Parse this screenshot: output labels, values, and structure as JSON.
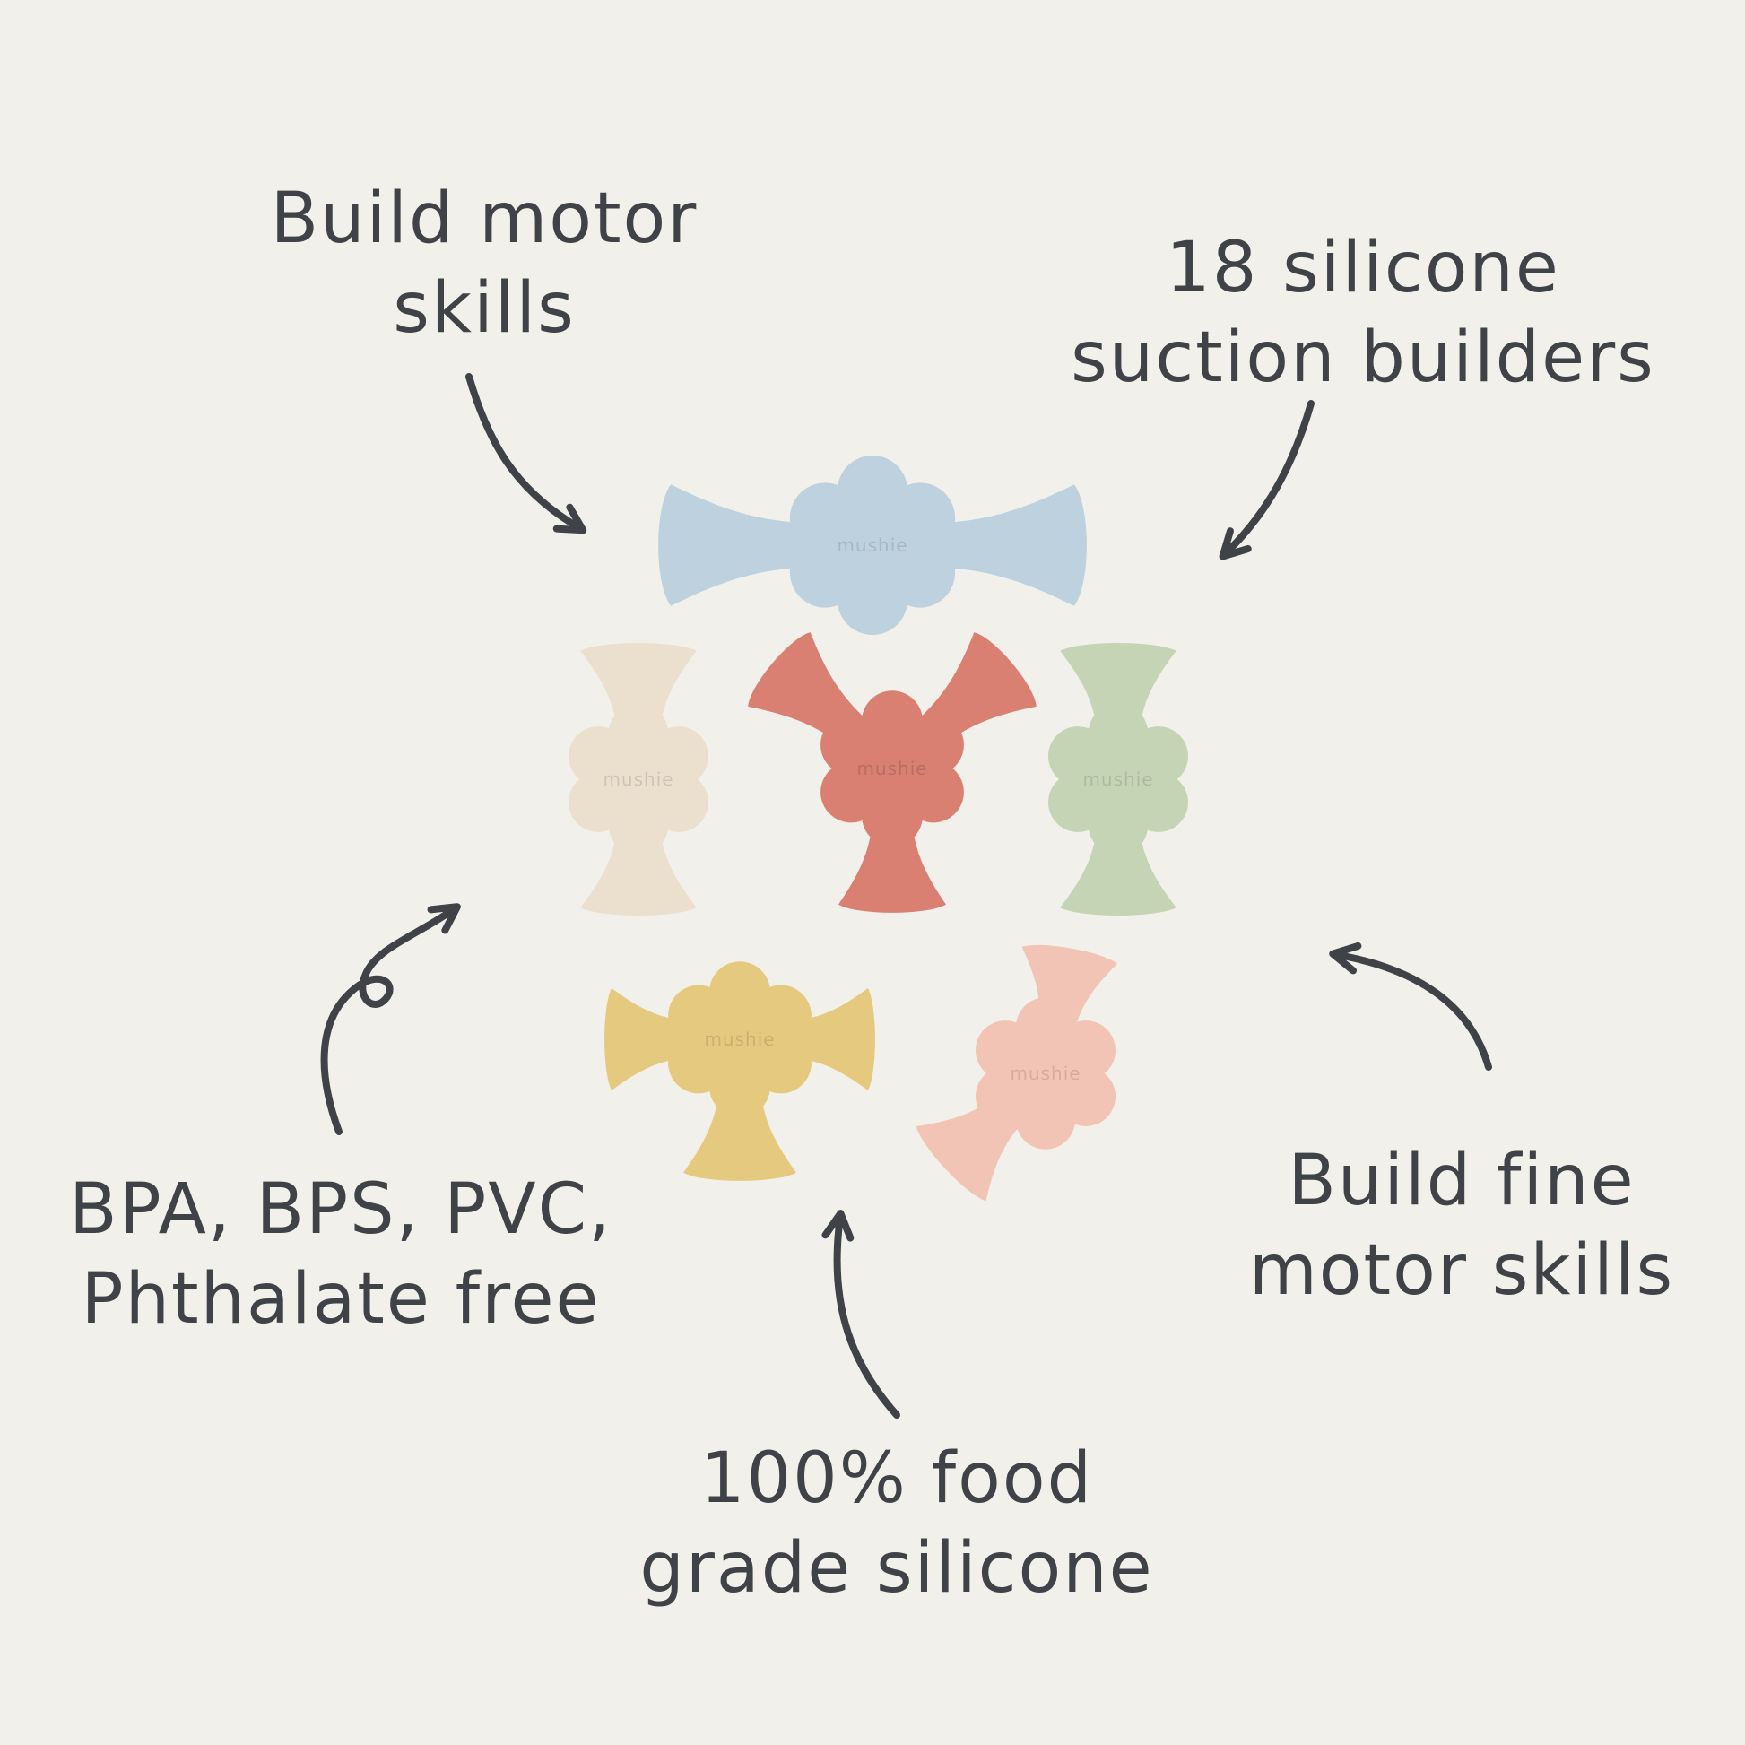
{
  "page": {
    "background": "#f2f0ea",
    "ink": "#3f4347"
  },
  "brand": {
    "label": "mushie"
  },
  "annotations": {
    "build_motor": {
      "line1": "Build motor",
      "line2": "skills"
    },
    "suction_builders": {
      "line1": "18 silicone",
      "line2": "suction builders"
    },
    "bpa_free": {
      "line1": "BPA, BPS, PVC,",
      "line2": "Phthalate free"
    },
    "fine_motor": {
      "line1": "Build fine",
      "line2": "motor skills"
    },
    "food_grade": {
      "line1": "100% food",
      "line2": "grade silicone"
    }
  },
  "toys": [
    {
      "id": "blue-horizontal-builder",
      "color": "#bdd2de"
    },
    {
      "id": "cream-vertical-builder",
      "color": "#eae0cd"
    },
    {
      "id": "coral-winged-builder",
      "color": "#d98073"
    },
    {
      "id": "green-vertical-builder",
      "color": "#c6d4b6"
    },
    {
      "id": "yellow-winged-builder",
      "color": "#e5c97e"
    },
    {
      "id": "pink-tilted-builder",
      "color": "#f2c4b5"
    }
  ]
}
